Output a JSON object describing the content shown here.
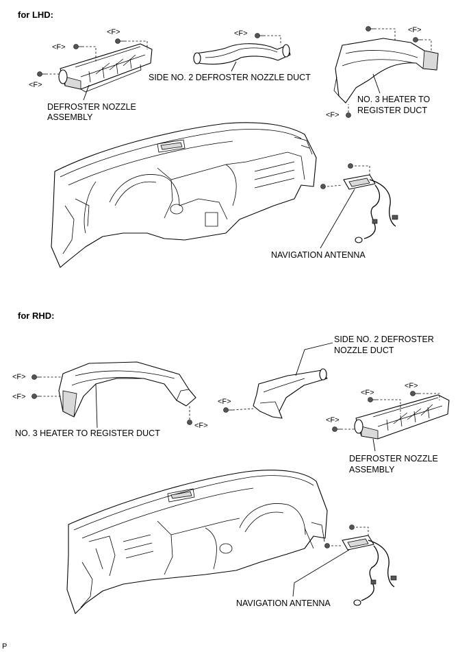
{
  "sections": {
    "lhd": {
      "header": "for LHD:"
    },
    "rhd": {
      "header": "for RHD:"
    }
  },
  "labels": {
    "lhd_defroster_nozzle": [
      "DEFROSTER NOZZLE",
      "ASSEMBLY"
    ],
    "lhd_side_duct": "SIDE NO. 2 DEFROSTER NOZZLE DUCT",
    "lhd_heater_duct": [
      "NO. 3 HEATER TO",
      "REGISTER DUCT"
    ],
    "lhd_nav_antenna": "NAVIGATION ANTENNA",
    "rhd_side_duct": [
      "SIDE NO. 2 DEFROSTER",
      "NOZZLE DUCT"
    ],
    "rhd_heater_duct": "NO. 3 HEATER TO REGISTER DUCT",
    "rhd_defroster_nozzle": [
      "DEFROSTER NOZZLE",
      "ASSEMBLY"
    ],
    "rhd_nav_antenna": "NAVIGATION ANTENNA"
  },
  "fastener_label": "<F>",
  "footer_code": "P"
}
